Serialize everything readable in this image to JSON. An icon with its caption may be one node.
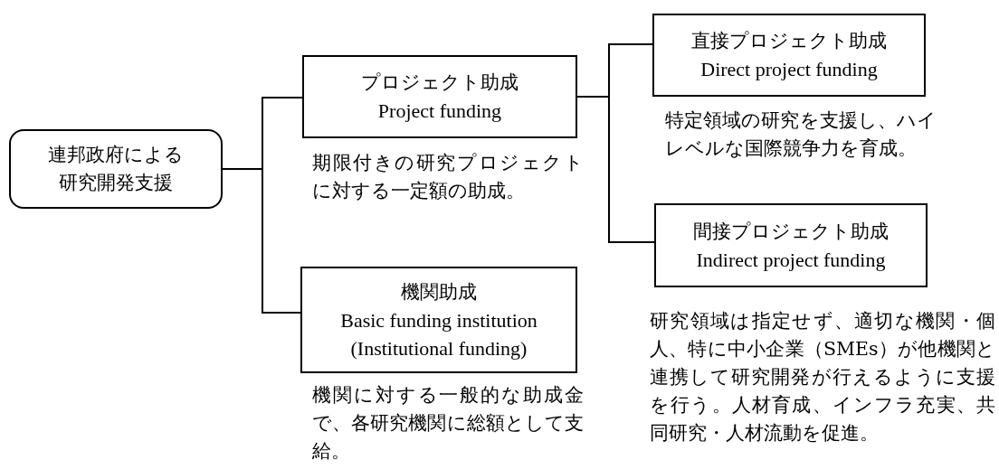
{
  "diagram": {
    "nodes": [
      {
        "text": [
          "連邦政府による研究開発支援"
        ]
      },
      {
        "text": [
          "プロジェクト助成",
          "Project funding"
        ],
        "beside": [
          "期限付きの研究プロジェクトに対する一定額の助成。"
        ]
      },
      {
        "text": [
          "直接プロジェクト助成",
          "Direct project funding"
        ],
        "beside": [
          "特定領域の研究を支援し、ハイレベルな国際競争力を育成。"
        ]
      },
      {
        "text": [
          "間接プロジェクト助成",
          "Indirect project funding"
        ],
        "beside": [
          "研究領域は指定せず、適切な機関・個人、特に中小企業（SMEs）が他機関と連携して研究開発が行えるように支援を行う。人材育成、インフラ充実、共同研究・人材流動を促進。"
        ]
      },
      {
        "text": [
          "機関助成",
          "Basic funding institution (Institutional funding)"
        ],
        "beside": [
          "機関に対する一般的な助成金で、各研究機関に総額として支給。"
        ]
      }
    ],
    "edges": [
      {
        "from": 0,
        "to": 1,
        "arrow": "none"
      },
      {
        "from": 0,
        "to": 4,
        "arrow": "none"
      },
      {
        "from": 1,
        "to": 2,
        "arrow": "none"
      },
      {
        "from": 1,
        "to": 3,
        "arrow": "none"
      }
    ]
  }
}
